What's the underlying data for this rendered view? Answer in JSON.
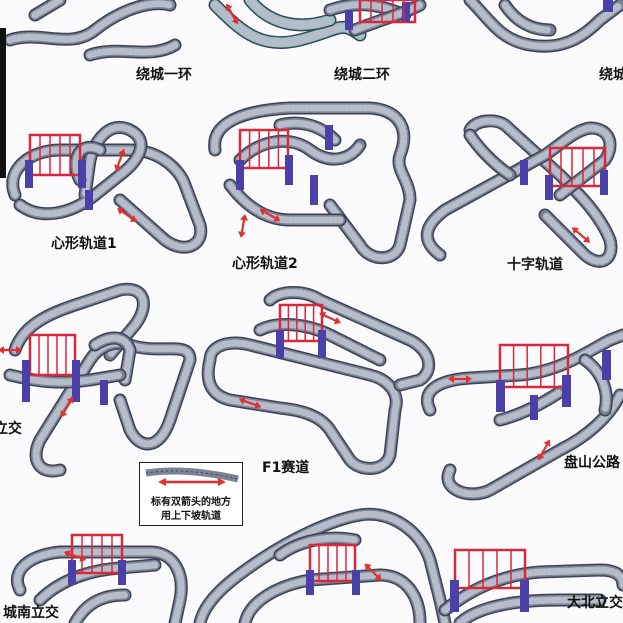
{
  "labels": {
    "rao_cheng_yi_huan": "绕城一环",
    "rao_cheng_er_huan": "绕城二环",
    "rao_cheng_cut": "绕城",
    "xin_xing_1": "心形轨道1",
    "xin_xing_2": "心形轨道2",
    "shi_zi": "十字轨道",
    "li_jiao_cut": "立交",
    "f1": "F1赛道",
    "pan_shan_cut": "盘山公路",
    "cheng_nan_cut": "城南立交",
    "da_bei_cut": "大北立交"
  },
  "legend": {
    "line1": "标有双箭头的地方",
    "line2": "用上下坡轨道"
  },
  "colors": {
    "track": "#7d8396",
    "rail_dark": "#3d4257",
    "rail_light": "#b7bccb",
    "bridge": "#d9283a",
    "pillar": "#4b3fa8",
    "arrow": "#e03030",
    "teal_track": "#8fc6c6"
  }
}
